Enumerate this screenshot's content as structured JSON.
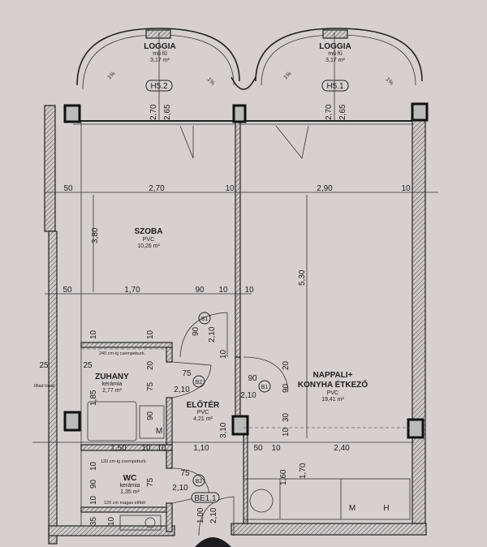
{
  "rooms": {
    "loggia_left": {
      "name": "LOGGIA",
      "floor": "mű fű",
      "area": "3,17 m²",
      "tag": "H5.2",
      "slope_a": "1%",
      "slope_b": "1%"
    },
    "loggia_right": {
      "name": "LOGGIA",
      "floor": "mű fű",
      "area": "3,17 m²",
      "tag": "H5.1",
      "slope_a": "1%",
      "slope_b": "1%"
    },
    "szoba": {
      "name": "SZOBA",
      "floor": "PVC",
      "area": "10,26 m²"
    },
    "nappali": {
      "name_line1": "NAPPALI+",
      "name_line2": "KONYHA ÉTKEZŐ",
      "floor": "PVC",
      "area": "19,41 m²"
    },
    "zuhany": {
      "name": "ZUHANY",
      "floor": "kerámia",
      "area": "2,77 m²",
      "tile_note": "240 cm-ig csempeburk."
    },
    "eloter": {
      "name": "ELŐTÉR",
      "floor": "PVC",
      "area": "4,21 m²"
    },
    "wc": {
      "name": "WC",
      "floor": "kerámia",
      "area": "1,35 m²",
      "tile_note": "120 cm-ig csempeburk.",
      "note2": "120 cm magas előtét"
    }
  },
  "doors": {
    "b1": "B1",
    "b1b": "B1",
    "b2": "B2",
    "b2b": "B2",
    "be": "BE1.1"
  },
  "fixtures": {
    "m1": "M",
    "m2": "M",
    "h": "H"
  },
  "side_note": "lőlad tokal",
  "dimensions": {
    "loggia_l_a": "2,70",
    "loggia_l_b": "2,65",
    "loggia_r_a": "2,70",
    "loggia_r_b": "2,65",
    "row1": [
      "50",
      "2,70",
      "10",
      "2,90",
      "10"
    ],
    "row2": [
      "50",
      "1,70",
      "90",
      "10",
      "10"
    ],
    "szoba_h": "3,80",
    "nappali_h": "5,30",
    "b1_w": "90",
    "b1_h": "2,10",
    "b1_10": "10",
    "zuhany_top_10a": "10",
    "zuhany_top_10b": "10",
    "zuhany_20": "20",
    "zuhany_75": "75",
    "zuhany_90": "90",
    "left_25a": "25",
    "left_25b": "25",
    "zuhany_185": "1,85",
    "b2_w": "75",
    "b2_h": "2,10",
    "b1b_w": "90",
    "b1b_h": "2,10",
    "nap_20": "20",
    "nap_90": "90",
    "nap_30": "30",
    "nap_10": "10",
    "row3": [
      "1,50",
      "10",
      "10",
      "1,10",
      "50",
      "10",
      "2,40"
    ],
    "eloter_310": "3,10",
    "wc_10a": "10",
    "wc_90": "90",
    "wc_10b": "10",
    "wc_75": "75",
    "b2b_w": "75",
    "b2b_h": "2,10",
    "be_100": "1,00",
    "be_210": "2,10",
    "v160": "1,60",
    "v170": "1,70",
    "b35": "35",
    "b10": "10"
  }
}
